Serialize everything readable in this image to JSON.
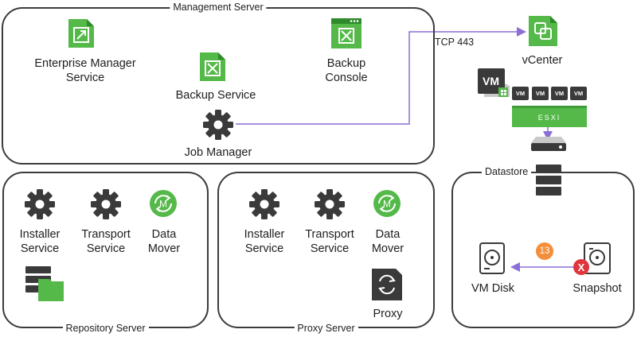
{
  "management_server": {
    "title": "Management Server",
    "enterprise_manager": [
      "Enterprise Manager",
      "Service"
    ],
    "backup_service": "Backup Service",
    "backup_console": [
      "Backup",
      "Console"
    ],
    "job_manager": "Job Manager"
  },
  "connection": {
    "protocol": "TCP 443"
  },
  "vcenter": {
    "label": "vCenter",
    "vm_label": "VM",
    "vm_chips": [
      "VM",
      "VM",
      "VM",
      "VM"
    ],
    "host_label": "ESXI"
  },
  "repository_server": {
    "title": "Repository Server",
    "installer": [
      "Installer",
      "Service"
    ],
    "transport": [
      "Transport",
      "Service"
    ],
    "data_mover": [
      "Data",
      "Mover"
    ],
    "data_mover_icon_letter": "M"
  },
  "proxy_server": {
    "title": "Proxy Server",
    "installer": [
      "Installer",
      "Service"
    ],
    "transport": [
      "Transport",
      "Service"
    ],
    "data_mover": [
      "Data",
      "Mover"
    ],
    "data_mover_icon_letter": "M",
    "proxy": "Proxy"
  },
  "datastore": {
    "title": "Datastore",
    "vm_disk": "VM Disk",
    "snapshot": "Snapshot",
    "step_badge": "13",
    "error_mark": "X"
  },
  "colors": {
    "brand_green": "#54b948",
    "dark": "#3a3a3a",
    "border": "#3c3c3c",
    "connector": "#8b6fd6",
    "badge": "#f58e38",
    "error": "#e0353b"
  }
}
